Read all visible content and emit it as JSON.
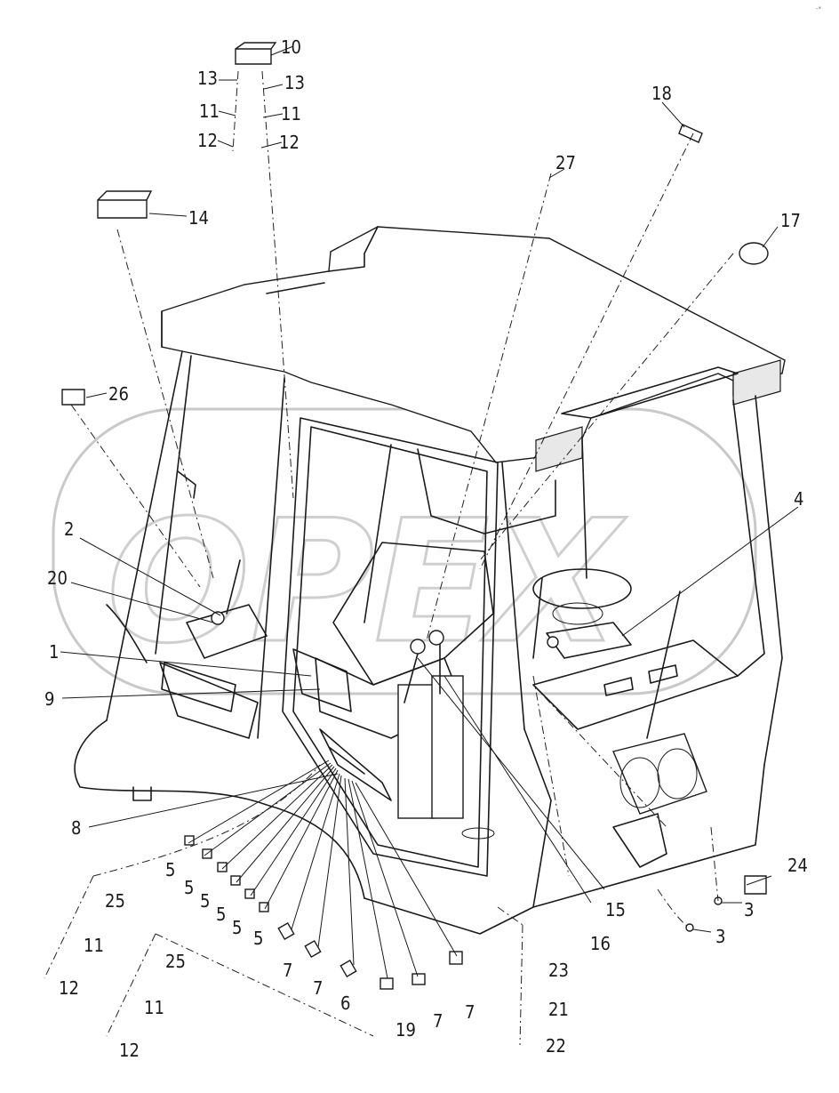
{
  "watermark": {
    "text": "OPEX",
    "color": "#cfcfcf"
  },
  "corner_mark": "-*",
  "callouts": [
    {
      "id": "c10",
      "label": "10"
    },
    {
      "id": "c13a",
      "label": "13"
    },
    {
      "id": "c13b",
      "label": "13"
    },
    {
      "id": "c11a",
      "label": "11"
    },
    {
      "id": "c11b",
      "label": "11"
    },
    {
      "id": "c12a",
      "label": "12"
    },
    {
      "id": "c12b",
      "label": "12"
    },
    {
      "id": "c18",
      "label": "18"
    },
    {
      "id": "c27",
      "label": "27"
    },
    {
      "id": "c14",
      "label": "14"
    },
    {
      "id": "c17",
      "label": "17"
    },
    {
      "id": "c26",
      "label": "26"
    },
    {
      "id": "c4",
      "label": "4"
    },
    {
      "id": "c2",
      "label": "2"
    },
    {
      "id": "c20",
      "label": "20"
    },
    {
      "id": "c1",
      "label": "1"
    },
    {
      "id": "c9",
      "label": "9"
    },
    {
      "id": "c8",
      "label": "8"
    },
    {
      "id": "c5a",
      "label": "5"
    },
    {
      "id": "c5b",
      "label": "5"
    },
    {
      "id": "c5c",
      "label": "5"
    },
    {
      "id": "c5d",
      "label": "5"
    },
    {
      "id": "c5e",
      "label": "5"
    },
    {
      "id": "c5f",
      "label": "5"
    },
    {
      "id": "c25a",
      "label": "25"
    },
    {
      "id": "c25b",
      "label": "25"
    },
    {
      "id": "c11c",
      "label": "11"
    },
    {
      "id": "c11d",
      "label": "11"
    },
    {
      "id": "c12c",
      "label": "12"
    },
    {
      "id": "c12d",
      "label": "12"
    },
    {
      "id": "c7a",
      "label": "7"
    },
    {
      "id": "c7b",
      "label": "7"
    },
    {
      "id": "c6",
      "label": "6"
    },
    {
      "id": "c19",
      "label": "19"
    },
    {
      "id": "c7c",
      "label": "7"
    },
    {
      "id": "c7d",
      "label": "7"
    },
    {
      "id": "c23",
      "label": "23"
    },
    {
      "id": "c21",
      "label": "21"
    },
    {
      "id": "c22",
      "label": "22"
    },
    {
      "id": "c15",
      "label": "15"
    },
    {
      "id": "c16",
      "label": "16"
    },
    {
      "id": "c24",
      "label": "24"
    },
    {
      "id": "c3a",
      "label": "3"
    },
    {
      "id": "c3b",
      "label": "3"
    }
  ]
}
